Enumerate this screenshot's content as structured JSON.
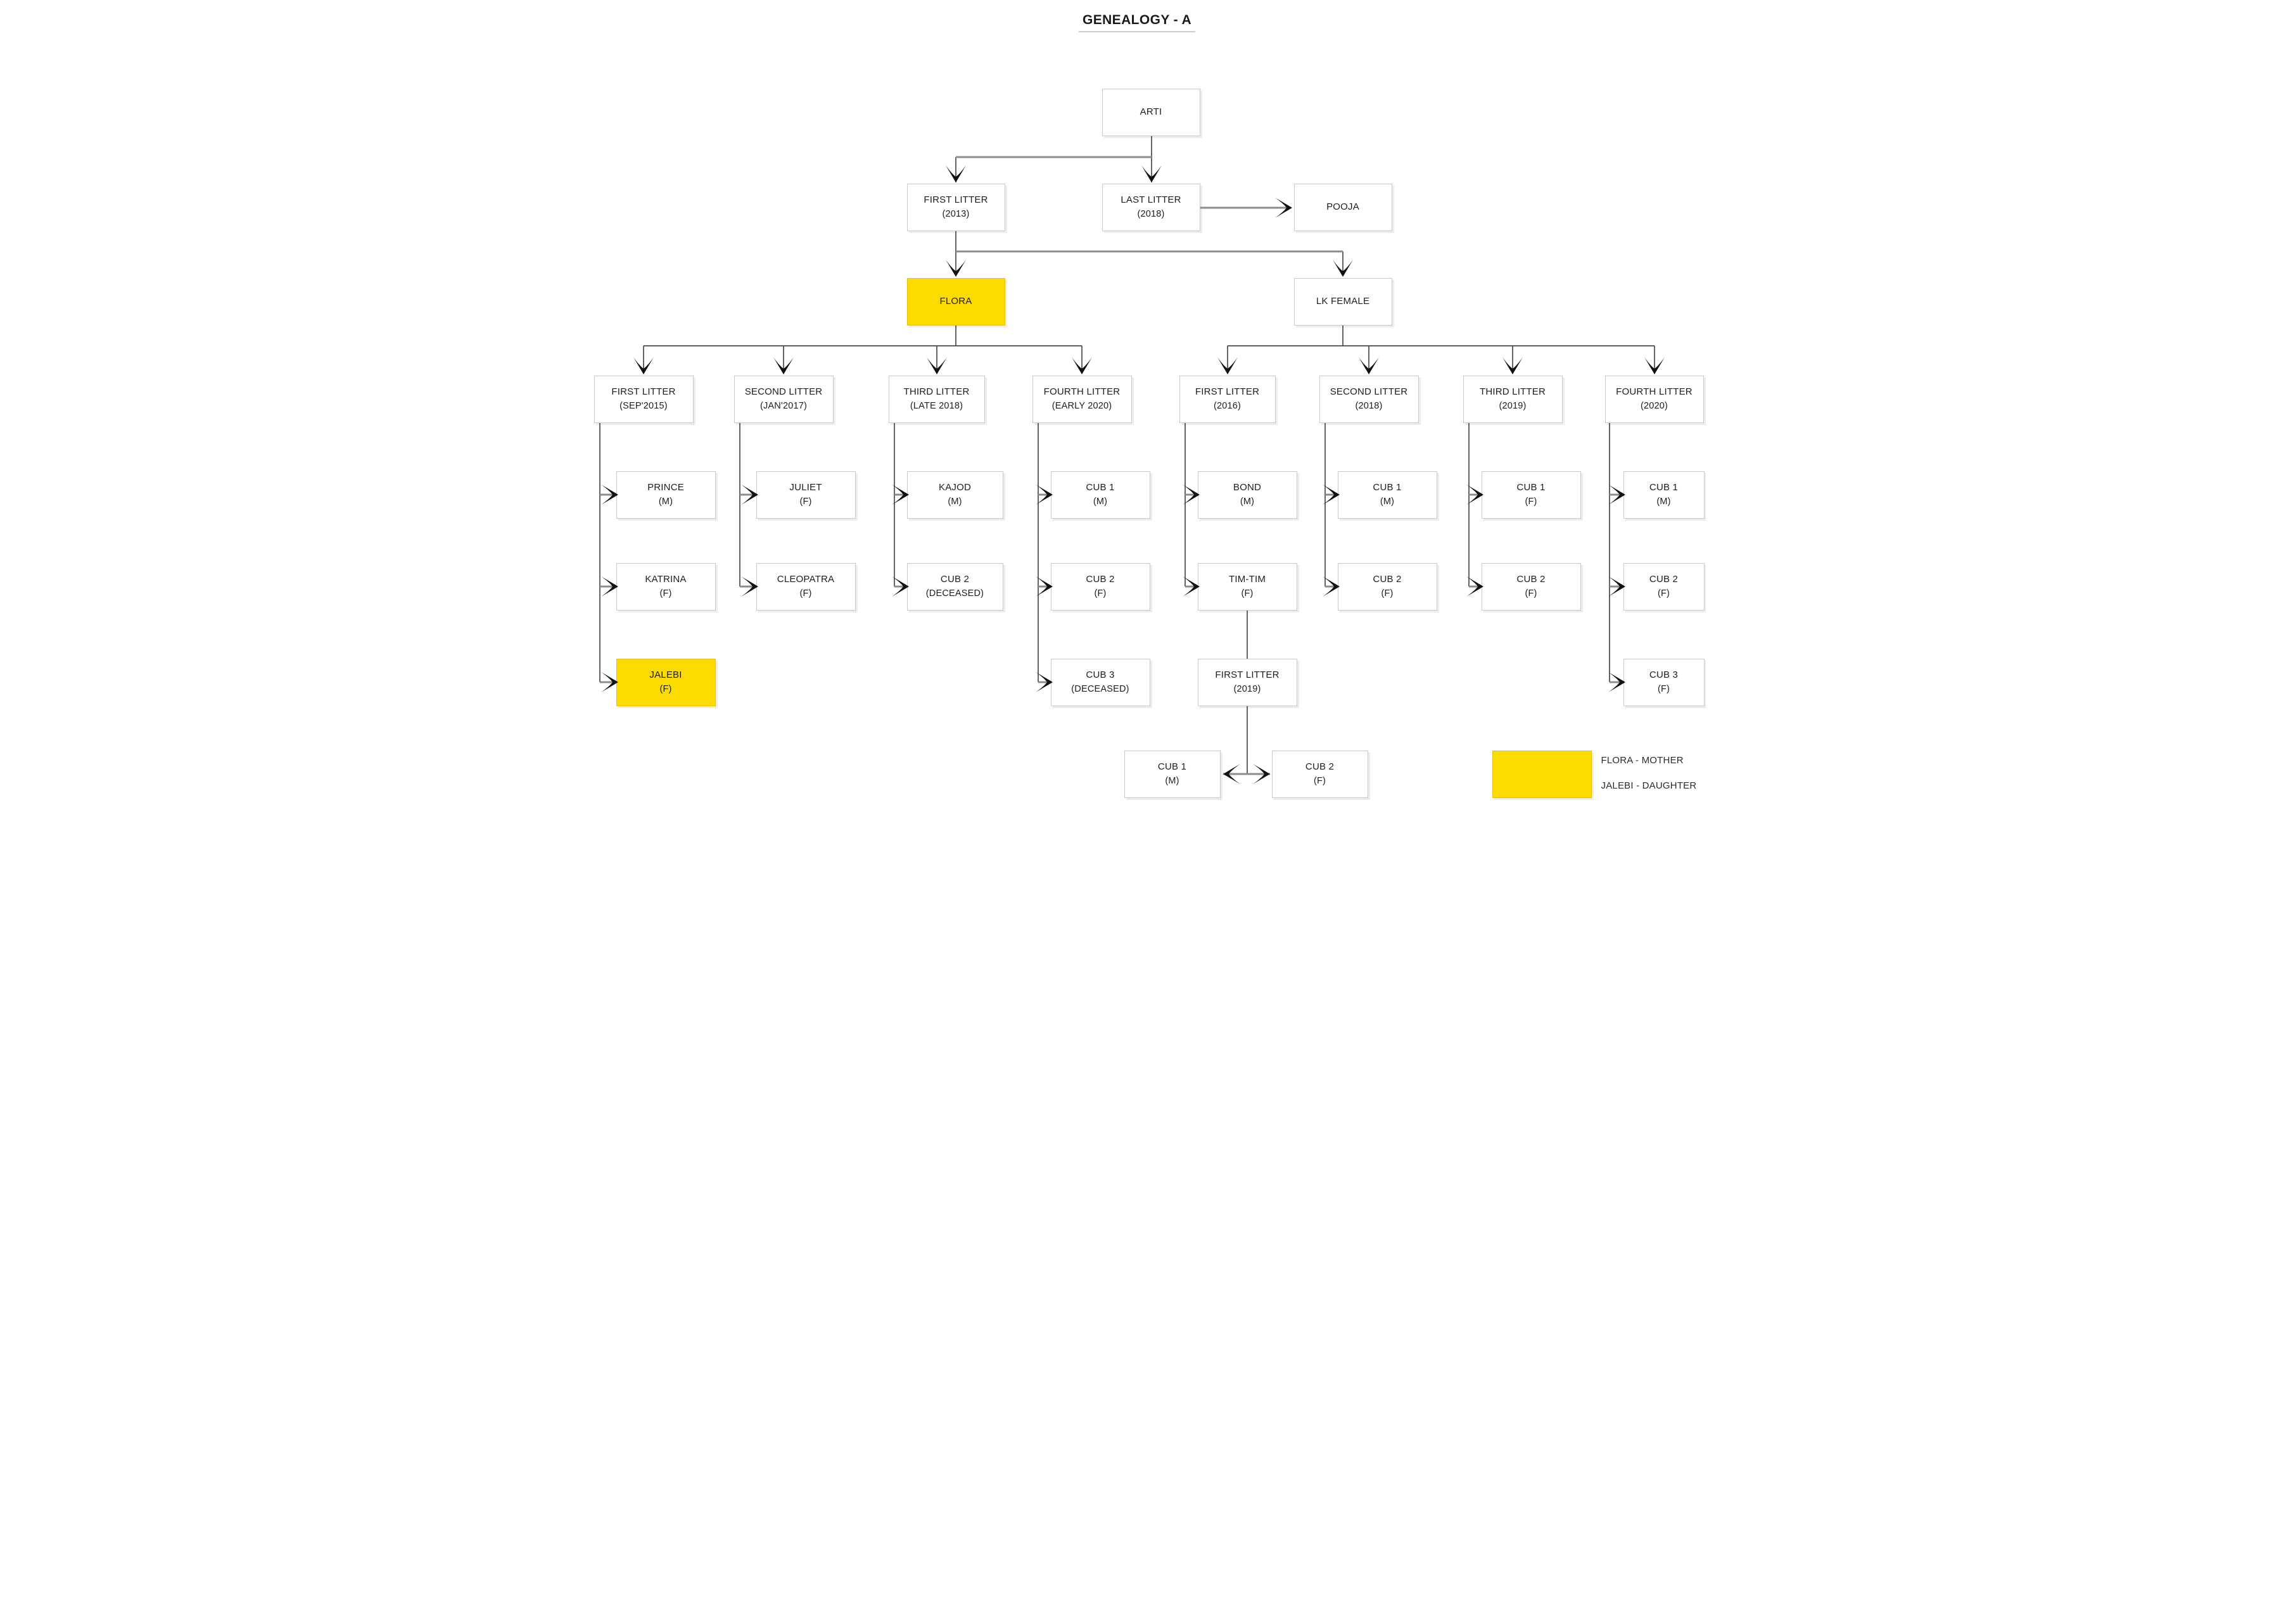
{
  "title": "GENEALOGY - A",
  "colors": {
    "highlight": "#FCDC00"
  },
  "nodes": {
    "arti": {
      "label": "ARTI"
    },
    "first_litter_2013": {
      "label": "FIRST LITTER",
      "sub": "(2013)"
    },
    "last_litter_2018": {
      "label": "LAST LITTER",
      "sub": "(2018)"
    },
    "pooja": {
      "label": "POOJA"
    },
    "flora": {
      "label": "FLORA"
    },
    "lk_female": {
      "label": "LK FEMALE"
    },
    "flora_litter1": {
      "label": "FIRST LITTER",
      "sub": "(SEP'2015)"
    },
    "flora_litter2": {
      "label": "SECOND LITTER",
      "sub": "(JAN'2017)"
    },
    "flora_litter3": {
      "label": "THIRD LITTER",
      "sub": "(LATE 2018)"
    },
    "flora_litter4": {
      "label": "FOURTH LITTER",
      "sub": "(EARLY 2020)"
    },
    "lk_litter1": {
      "label": "FIRST LITTER",
      "sub": "(2016)"
    },
    "lk_litter2": {
      "label": "SECOND LITTER",
      "sub": "(2018)"
    },
    "lk_litter3": {
      "label": "THIRD LITTER",
      "sub": "(2019)"
    },
    "lk_litter4": {
      "label": "FOURTH LITTER",
      "sub": "(2020)"
    },
    "prince": {
      "label": "PRINCE",
      "sub": "(M)"
    },
    "katrina": {
      "label": "KATRINA",
      "sub": "(F)"
    },
    "jalebi": {
      "label": "JALEBI",
      "sub": "(F)"
    },
    "juliet": {
      "label": "JULIET",
      "sub": "(F)"
    },
    "cleopatra": {
      "label": "CLEOPATRA",
      "sub": "(F)"
    },
    "kajod": {
      "label": "KAJOD",
      "sub": "(M)"
    },
    "flora_l3_cub2": {
      "label": "CUB 2",
      "sub": "(DECEASED)"
    },
    "flora_l4_cub1": {
      "label": "CUB 1",
      "sub": "(M)"
    },
    "flora_l4_cub2": {
      "label": "CUB 2",
      "sub": "(F)"
    },
    "flora_l4_cub3": {
      "label": "CUB 3",
      "sub": "(DECEASED)"
    },
    "bond": {
      "label": "BOND",
      "sub": "(M)"
    },
    "tim_tim": {
      "label": "TIM-TIM",
      "sub": "(F)"
    },
    "lk_l2_cub1": {
      "label": "CUB 1",
      "sub": "(M)"
    },
    "lk_l2_cub2": {
      "label": "CUB 2",
      "sub": "(F)"
    },
    "lk_l3_cub1": {
      "label": "CUB 1",
      "sub": "(F)"
    },
    "lk_l3_cub2": {
      "label": "CUB 2",
      "sub": "(F)"
    },
    "lk_l4_cub1": {
      "label": "CUB 1",
      "sub": "(M)"
    },
    "lk_l4_cub2": {
      "label": "CUB 2",
      "sub": "(F)"
    },
    "lk_l4_cub3": {
      "label": "CUB 3",
      "sub": "(F)"
    },
    "timtim_litter1": {
      "label": "FIRST LITTER",
      "sub": "(2019)"
    },
    "timtim_cub1": {
      "label": "CUB 1",
      "sub": "(M)"
    },
    "timtim_cub2": {
      "label": "CUB 2",
      "sub": "(F)"
    }
  },
  "legend": {
    "flora": "FLORA - MOTHER",
    "jalebi": "JALEBI - DAUGHTER"
  }
}
